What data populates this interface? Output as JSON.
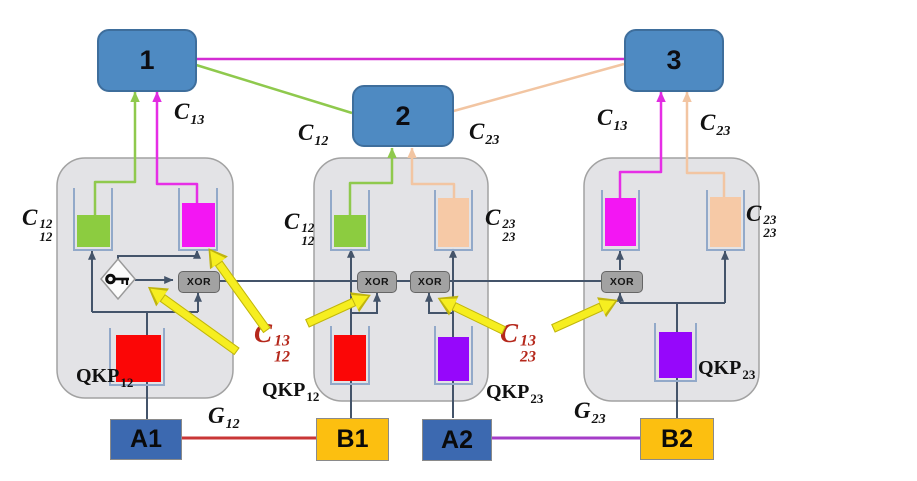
{
  "nodes": {
    "n1": "1",
    "n2": "2",
    "n3": "3"
  },
  "endpoints": {
    "a1": "A1",
    "b1": "B1",
    "a2": "A2",
    "b2": "B2"
  },
  "gate": "XOR",
  "labels": {
    "c13_node1": {
      "base": "C",
      "sub": "13"
    },
    "c12_node2": {
      "base": "C",
      "sub": "12"
    },
    "c23_node2": {
      "base": "C",
      "sub": "23"
    },
    "c13_node3": {
      "base": "C",
      "sub": "13"
    },
    "c23_node3": {
      "base": "C",
      "sub": "23"
    },
    "c12_12_p1": {
      "base": "C",
      "sup": "12",
      "sub": "12"
    },
    "c12_12_p2": {
      "base": "C",
      "sup": "12",
      "sub": "12"
    },
    "c23_23_p2": {
      "base": "C",
      "sup": "23",
      "sub": "23"
    },
    "c23_23_p3": {
      "base": "C",
      "sup": "23",
      "sub": "23"
    },
    "qkp12_p1": {
      "base": "QKP",
      "sub": "12"
    },
    "qkp12_p2": {
      "base": "QKP",
      "sub": "12"
    },
    "qkp23_p2": {
      "base": "QKP",
      "sub": "23"
    },
    "qkp23_p3": {
      "base": "QKP",
      "sub": "23"
    },
    "g12": {
      "base": "G",
      "sub": "12"
    },
    "g23": {
      "base": "G",
      "sub": "23"
    },
    "ann_c13_12": {
      "base": "C",
      "sup": "13",
      "sub": "12"
    },
    "ann_c13_23": {
      "base": "C",
      "sup": "13",
      "sub": "23"
    }
  },
  "icons": {
    "key": "key-icon",
    "xor_gate": "xor-gate",
    "annotation_arrow": "yellow-annotation-arrow"
  },
  "colors": {
    "node_fill": "#4e8ac2",
    "panel_fill": "#e3e3e6",
    "container_green": "#8ccc40",
    "container_magenta": "#f316f3",
    "container_peach": "#f6c9a6",
    "container_red": "#fb0606",
    "container_purple": "#9607fb",
    "wire_dark": "#44546a",
    "link_c13": "#d32cd3",
    "link_c12": "#8fc94d",
    "link_c23": "#f2c5a2",
    "link_g12": "#c93636",
    "link_g23": "#a53cc8",
    "annotation_text": "#b5281c",
    "annotation_arrow": "#f6ee20",
    "a_box": "#3c69b0",
    "b_box": "#fcbf10"
  }
}
